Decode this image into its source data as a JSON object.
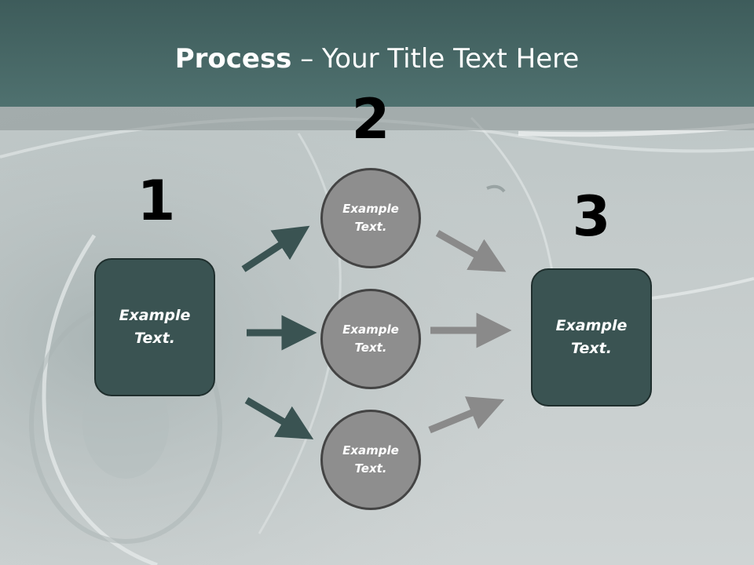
{
  "title": {
    "strong": "Process",
    "rest": " – Your Title Text Here"
  },
  "steps": {
    "one": {
      "number": "1",
      "box_text": "Example\nText."
    },
    "two": {
      "number": "2",
      "circles": [
        "Example\nText.",
        "Example\nText.",
        "Example\nText."
      ]
    },
    "three": {
      "number": "3",
      "box_text": "Example\nText."
    }
  },
  "colors": {
    "header": "#4a6b69",
    "box_fill": "#3a5352",
    "circle_fill": "#8e8e8e",
    "arrow_dark": "#3a5352",
    "arrow_light": "#8a8a8a"
  }
}
